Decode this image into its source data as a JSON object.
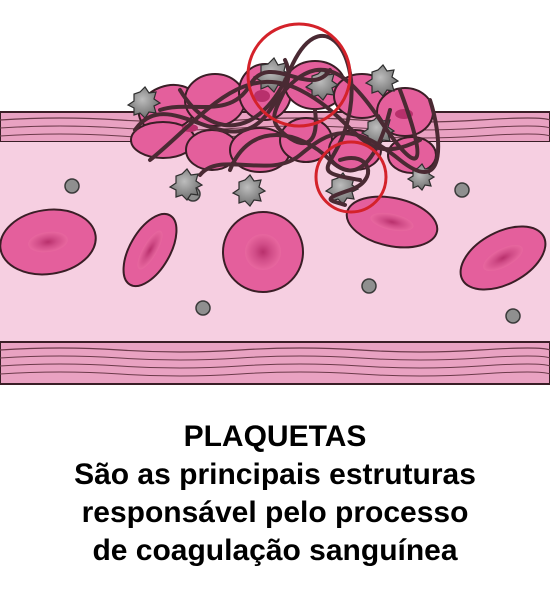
{
  "caption": {
    "title": "PLAQUETAS",
    "lines": [
      "São as principais estruturas",
      "responsável pelo processo",
      "de coagulação sanguínea"
    ]
  },
  "colors": {
    "vessel_wall": "#e9a2c2",
    "vessel_lumen": "#f6cfe1",
    "red_cell": "#e45f9c",
    "red_cell_center": "#c13d78",
    "platelet": "#8a8a8a",
    "fibrin": "#4a2a33",
    "highlight_circle": "#d4222a",
    "outline": "#3a1e26"
  }
}
